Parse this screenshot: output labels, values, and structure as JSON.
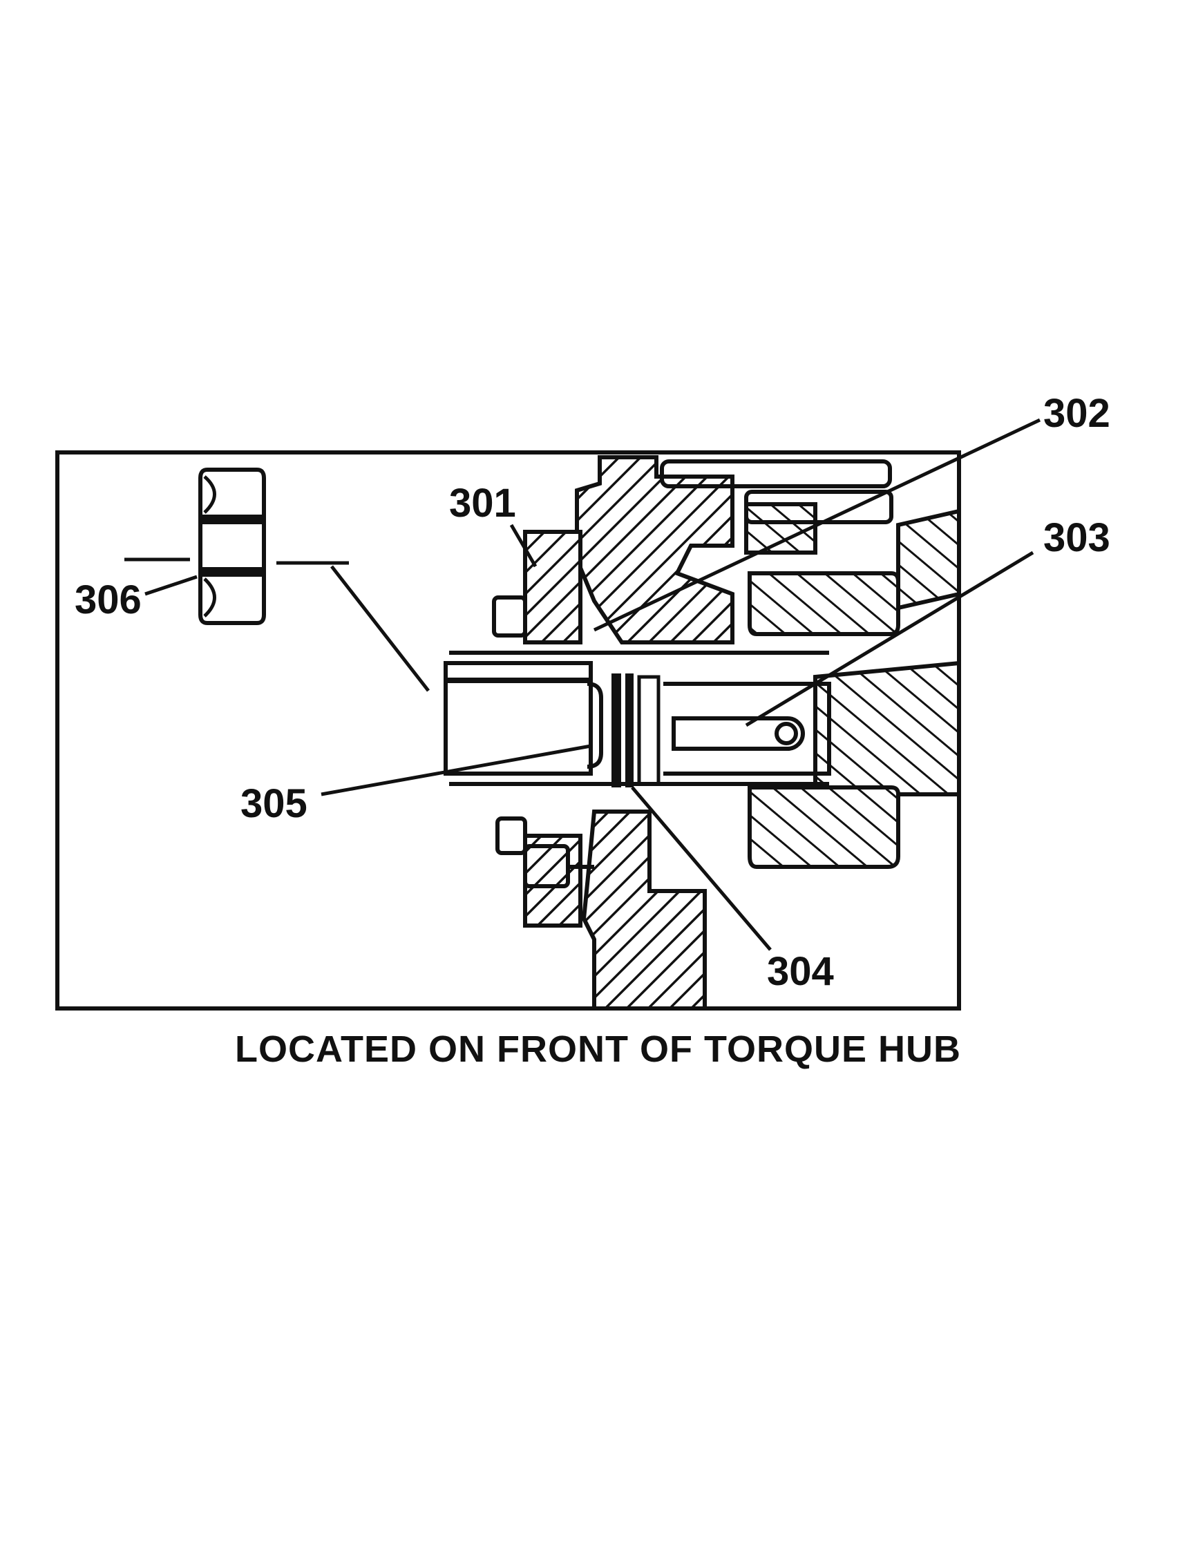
{
  "figure": {
    "callouts": [
      {
        "id": "301",
        "label": "301"
      },
      {
        "id": "302",
        "label": "302"
      },
      {
        "id": "303",
        "label": "303"
      },
      {
        "id": "304",
        "label": "304"
      },
      {
        "id": "305",
        "label": "305"
      },
      {
        "id": "306",
        "label": "306"
      }
    ],
    "caption": "LOCATED ON FRONT OF TORQUE HUB"
  }
}
